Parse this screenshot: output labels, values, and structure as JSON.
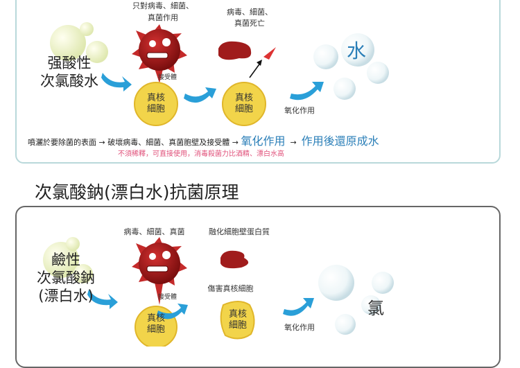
{
  "top": {
    "agent_lines": [
      "强酸性",
      "次氯酸水"
    ],
    "virus_caption": [
      "只對病毒、細菌、",
      "真菌作用"
    ],
    "dead_caption": [
      "病毒、細菌、",
      "真菌死亡"
    ],
    "receptor_label": "接受體",
    "cell_label": [
      "真核",
      "細胞"
    ],
    "oxidation_label": "氧化作用",
    "result_label": "水",
    "process": {
      "step1": "噴灑於要除菌的表面",
      "arrow": "→",
      "step2": "破壞病毒、細菌、真菌胞壁及接受體",
      "step3": "氧化作用",
      "step4": "作用後還原成水"
    },
    "note": "不須稀釋，可直接使用，消毒殺菌力比酒精、漂白水高"
  },
  "section_title": "次氯酸鈉(漂白水)抗菌原理",
  "bottom": {
    "agent_lines": [
      "鹼性",
      "次氯酸鈉",
      "(漂白水)"
    ],
    "virus_caption": "病毒、細菌、真菌",
    "melt_caption": "融化細胞壁蛋白質",
    "receptor_label": "接受體",
    "damage_caption": "傷害真核細胞",
    "cell_label": [
      "真核",
      "細胞"
    ],
    "oxidation_label": "氧化作用",
    "result_label": "氯"
  },
  "colors": {
    "arrow": "#2a9fd8",
    "virus": "#a81c1c",
    "cell": "#f2d44a",
    "accent_text": "#2b7fb8",
    "note": "#e0507a"
  }
}
